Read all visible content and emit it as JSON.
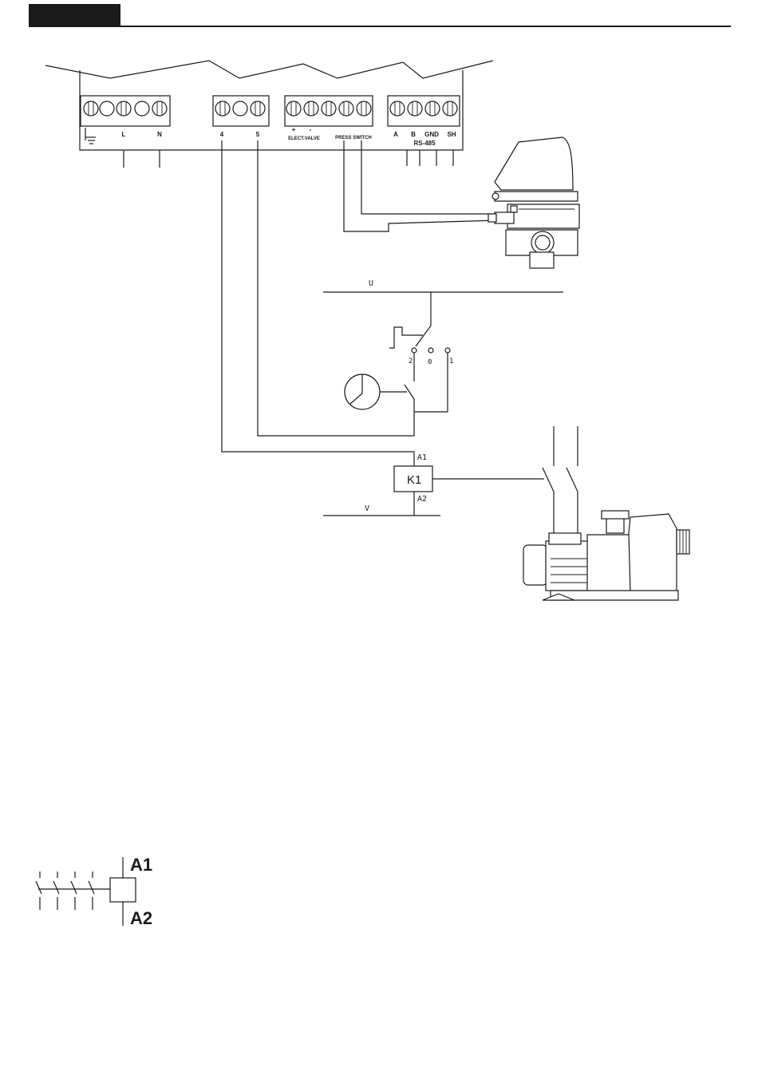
{
  "header": {
    "tab_color": "#1a1a1a"
  },
  "terminals": {
    "ground_symbol": "earth-ground-icon",
    "L": "L",
    "N": "N",
    "t4": "4",
    "t5": "5",
    "plus": "+",
    "minus": "-",
    "elect_valve": "ELECT.VALVE",
    "press_switch": "PRESS SWITCH",
    "A": "A",
    "B": "B",
    "GND": "GND",
    "SH": "SH",
    "rs485": "RS-485"
  },
  "circuit": {
    "U": "U",
    "V": "V",
    "pos2": "2",
    "pos0": "0",
    "pos1": "1",
    "K1": "K1",
    "A1": "A1",
    "A2": "A2"
  },
  "legend": {
    "A1": "A1",
    "A2": "A2"
  }
}
